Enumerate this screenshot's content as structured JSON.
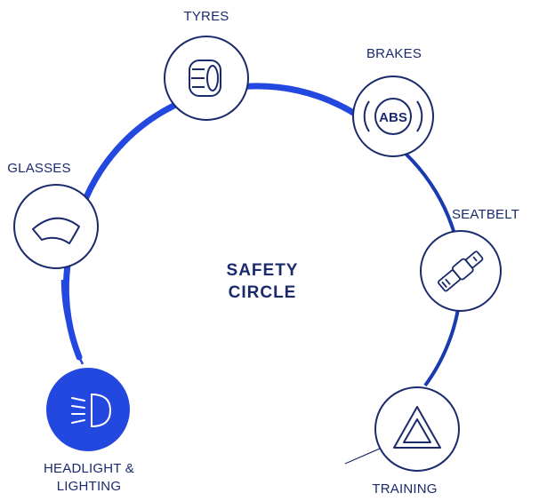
{
  "center": {
    "line1": "SAFETY",
    "line2": "CIRCLE"
  },
  "nodes": [
    {
      "id": "tyres",
      "label": "TYRES",
      "icon": "tyre-icon",
      "active": false
    },
    {
      "id": "brakes",
      "label": "BRAKES",
      "icon": "abs-icon",
      "icon_text": "ABS",
      "active": false
    },
    {
      "id": "seatbelt",
      "label": "SEATBELT",
      "icon": "seatbelt-icon",
      "active": false
    },
    {
      "id": "training",
      "label": "TRAINING",
      "icon": "warning-triangle-icon",
      "active": false
    },
    {
      "id": "headlight",
      "label_line1": "HEADLIGHT &",
      "label_line2": "LIGHTING",
      "icon": "headlight-icon",
      "active": true
    },
    {
      "id": "glasses",
      "label": "GLASSES",
      "icon": "windshield-icon",
      "active": false
    }
  ],
  "colors": {
    "navy": "#1a2a6c",
    "accent_blue": "#2348e0",
    "background": "#ffffff"
  }
}
